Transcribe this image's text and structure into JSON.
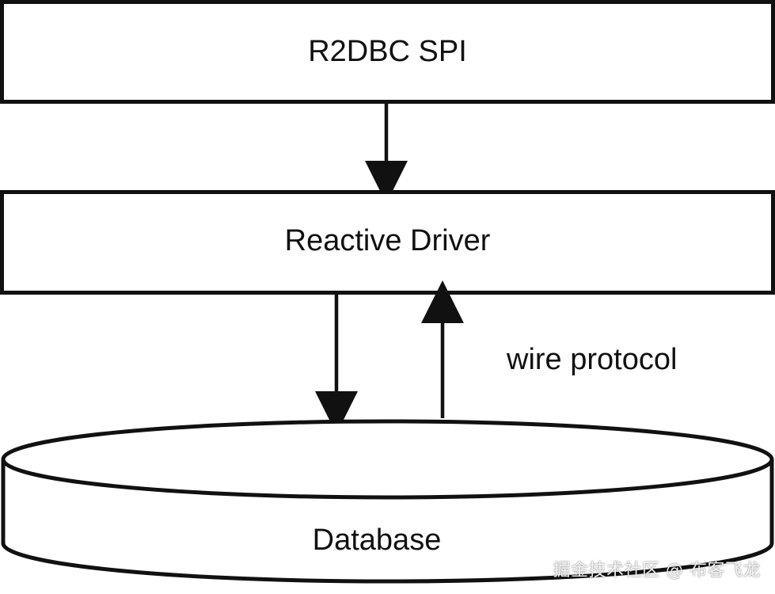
{
  "diagram": {
    "top_box_label": "R2DBC SPI",
    "middle_box_label": "Reactive Driver",
    "wire_label": "wire protocol",
    "database_label": "Database"
  },
  "watermark": {
    "text": "掘金技术社区 @ 布客飞龙"
  },
  "colors": {
    "stroke": "#111111",
    "background": "#ffffff"
  }
}
